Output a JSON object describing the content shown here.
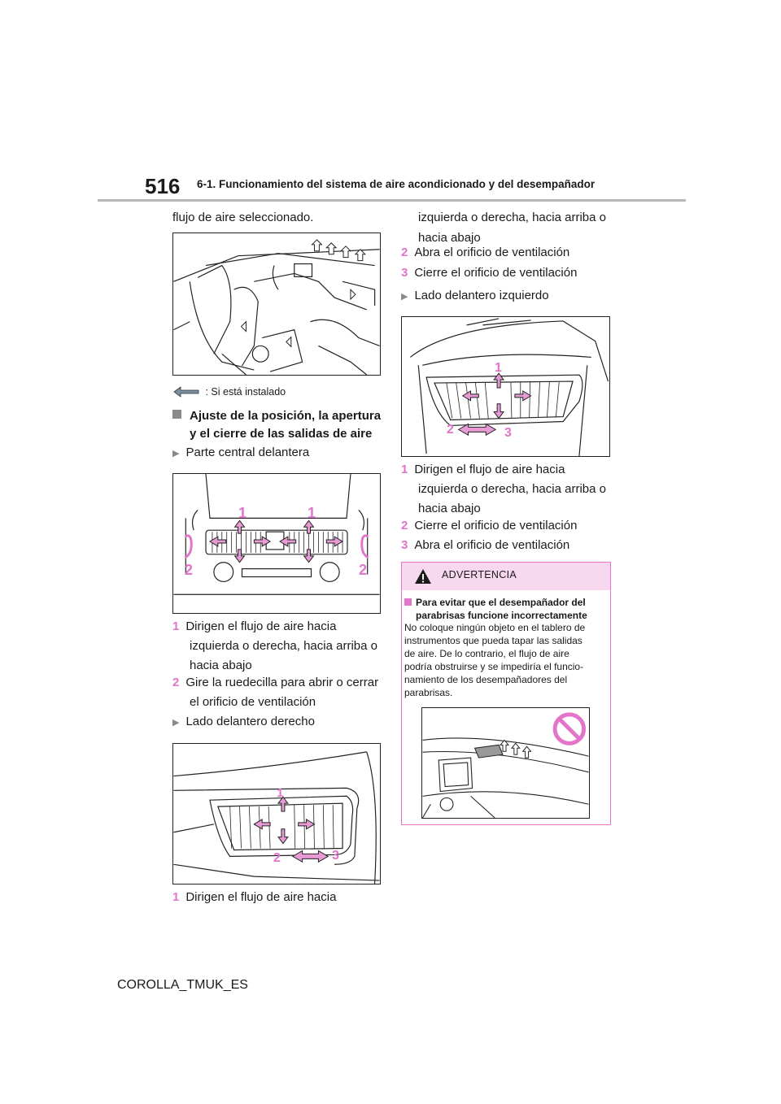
{
  "header": {
    "page_number": "516",
    "section_title": "6-1. Funcionamiento del sistema de aire acondicionado y del desempañador"
  },
  "left_column": {
    "intro_text": "flujo de aire seleccionado.",
    "legend_text": ": Si está instalado",
    "heading_line1": "Ajuste de la posición, la apertura",
    "heading_line2": "y el cierre de las salidas de aire",
    "sub_center": "Parte central delantera",
    "fig_center_labels": {
      "n1a": "1",
      "n1b": "1",
      "n2a": "2",
      "n2b": "2"
    },
    "center_item1": {
      "number": "1",
      "line1": "Dirigen el flujo de aire hacia",
      "line2": "izquierda o derecha, hacia arriba o",
      "line3": "hacia abajo"
    },
    "center_item2": {
      "number": "2",
      "line1": "Gire la ruedecilla para abrir o cerrar",
      "line2": "el orificio de ventilación"
    },
    "sub_right": "Lado delantero derecho",
    "fig_right_labels": {
      "n1": "1",
      "n2": "2",
      "n3": "3"
    },
    "right_item1": {
      "number": "1",
      "line1": "Dirigen el flujo de aire hacia"
    }
  },
  "right_column": {
    "cont_line1": "izquierda o derecha, hacia arriba o",
    "cont_line2": "hacia abajo",
    "item2": {
      "number": "2",
      "text": "Abra el orificio de ventilación"
    },
    "item3": {
      "number": "3",
      "text": "Cierre el orificio de ventilación"
    },
    "sub_left": "Lado delantero izquierdo",
    "fig_left_labels": {
      "n1": "1",
      "n2": "2",
      "n3": "3"
    },
    "left_item1": {
      "number": "1",
      "line1": "Dirigen el flujo de aire hacia",
      "line2": "izquierda o derecha, hacia arriba o",
      "line3": "hacia abajo"
    },
    "left_item2": {
      "number": "2",
      "text": "Cierre el orificio de ventilación"
    },
    "left_item3": {
      "number": "3",
      "text": "Abra el orificio de ventilación"
    }
  },
  "warning": {
    "title": "ADVERTENCIA",
    "subtitle_line1": "Para evitar que el desempañador del",
    "subtitle_line2": "parabrisas funcione incorrectamente",
    "body_lines": [
      "No coloque ningún objeto en el tablero de",
      "instrumentos que pueda tapar las salidas",
      "de aire. De lo contrario, el flujo de aire",
      "podría obstruirse y se impediría el funcio-",
      "namiento de los desempañadores del",
      "parabrisas."
    ]
  },
  "footer": {
    "doc_code": "COROLLA_TMUK_ES"
  },
  "colors": {
    "accent_pink": "#e274c9",
    "warning_bg": "#f7d8ee",
    "rule_gray": "#b8b8b8"
  }
}
